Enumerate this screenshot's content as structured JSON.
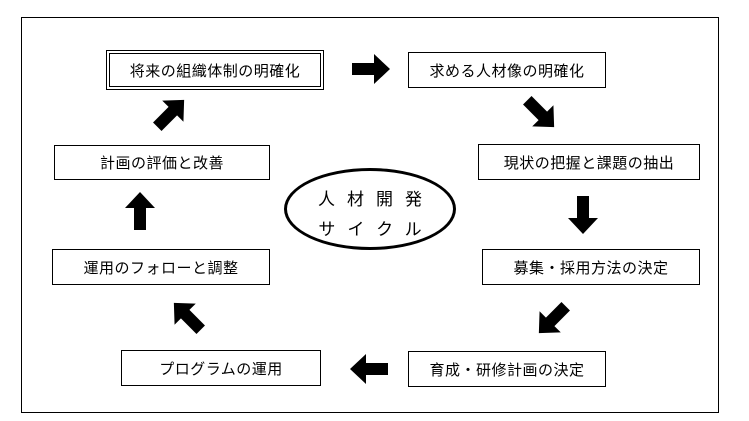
{
  "center": {
    "line1": "人材開発",
    "line2": "サイクル"
  },
  "steps": [
    "将来の組織体制の明確化",
    "求める人材像の明確化",
    "現状の把握と課題の抽出",
    "募集・採用方法の決定",
    "育成・研修計画の決定",
    "プログラムの運用",
    "運用のフォローと調整",
    "計画の評価と改善"
  ],
  "colors": {
    "stroke": "#000000",
    "background": "#ffffff"
  }
}
